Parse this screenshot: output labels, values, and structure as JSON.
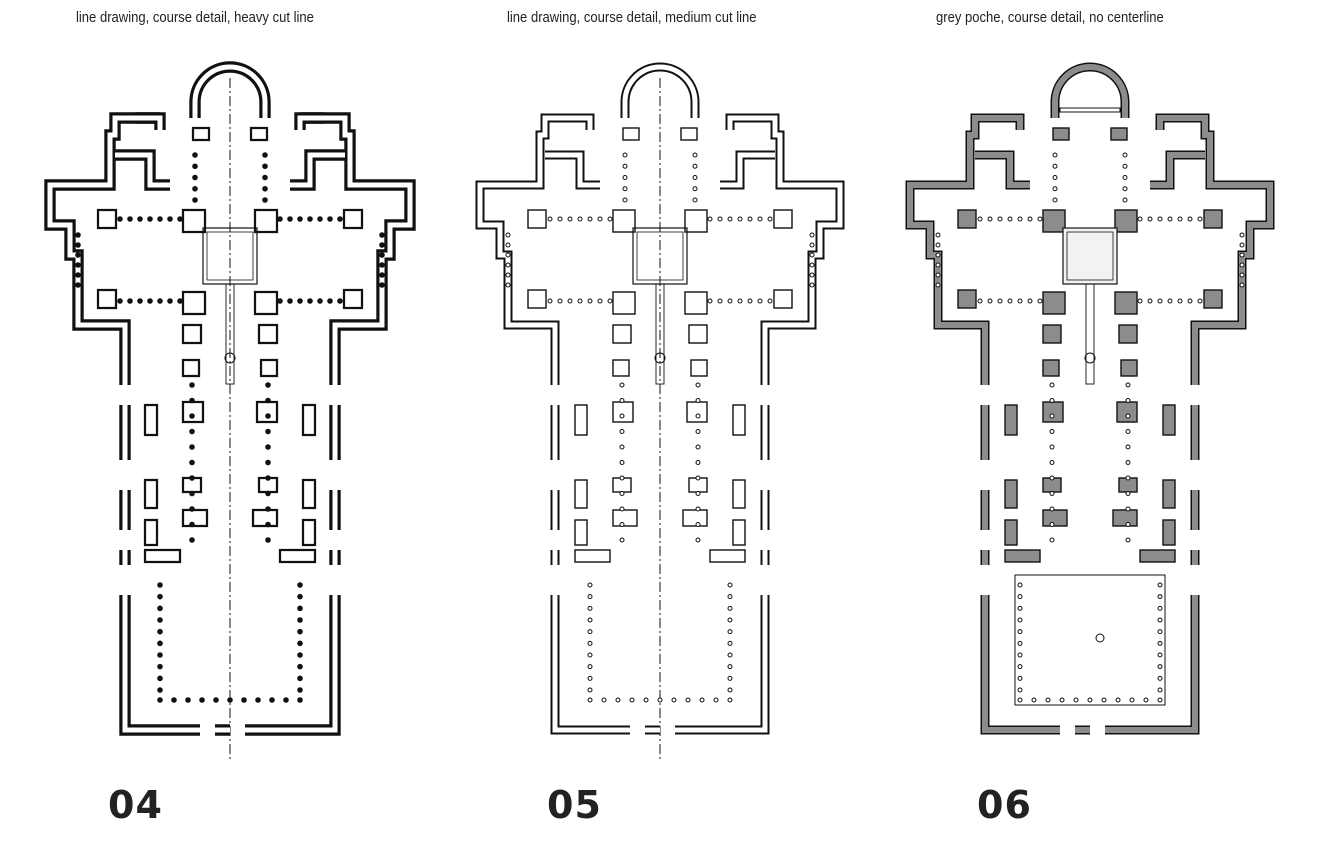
{
  "panels": [
    {
      "id": "04",
      "caption": "line drawing, course detail, heavy cut line",
      "number": "04",
      "style": "heavy",
      "centerline": true
    },
    {
      "id": "05",
      "caption": "line drawing, course detail, medium cut line",
      "number": "05",
      "style": "medium",
      "centerline": true
    },
    {
      "id": "06",
      "caption": "grey poche, course detail, no centerline",
      "number": "06",
      "style": "poche",
      "centerline": false
    }
  ],
  "colors": {
    "ink": "#111111",
    "poche": "#8c8c8c",
    "text": "#222222"
  }
}
